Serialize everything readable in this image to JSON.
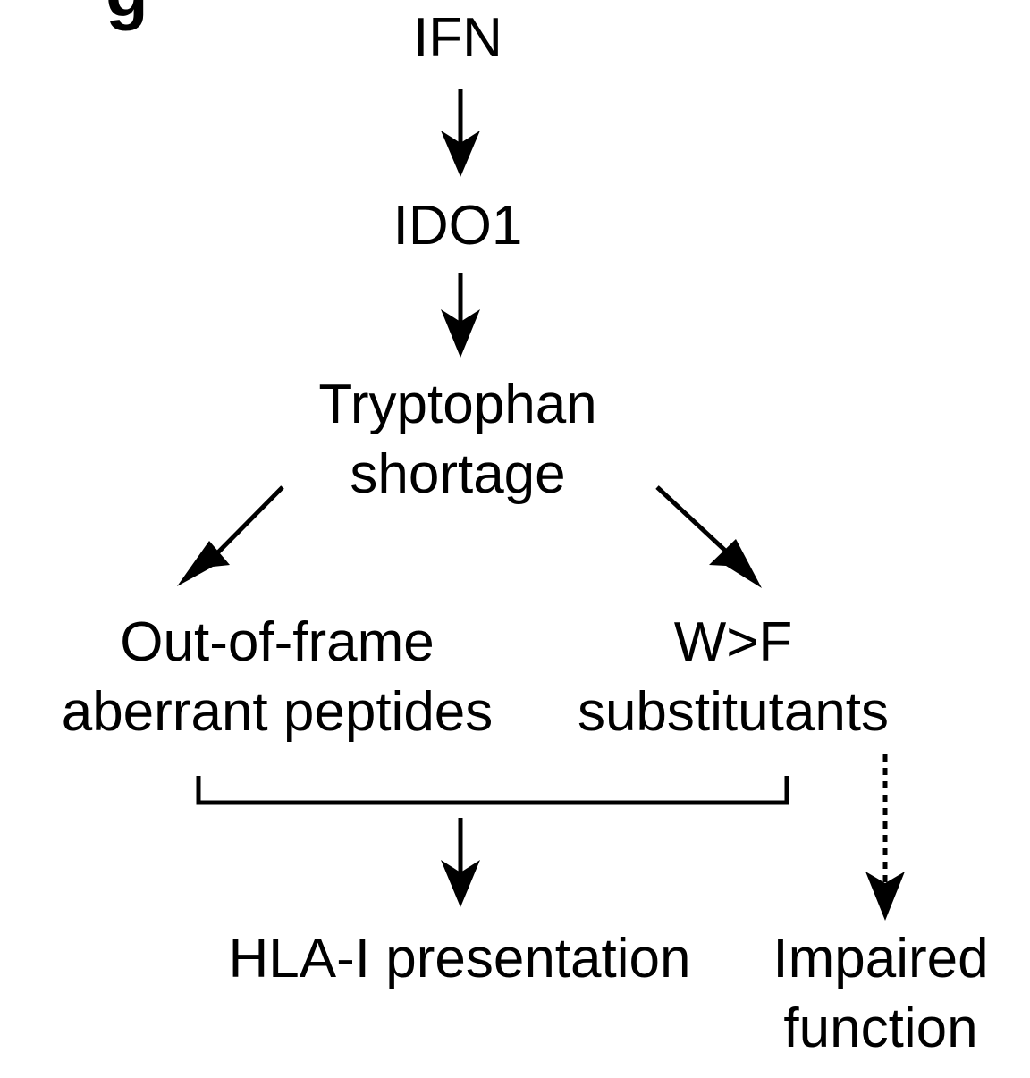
{
  "panel_label": "g",
  "nodes": {
    "ifn": {
      "label": "IFN"
    },
    "ido1": {
      "label": "IDO1"
    },
    "tryptophan": {
      "lines": [
        "Tryptophan",
        "shortage"
      ]
    },
    "out_of_frame": {
      "lines": [
        "Out-of-frame",
        "aberrant peptides"
      ]
    },
    "wf": {
      "lines": [
        "W>F",
        "substitutants"
      ]
    },
    "hla": {
      "label": "HLA-I presentation"
    },
    "impaired": {
      "lines": [
        "Impaired",
        "function"
      ]
    }
  },
  "edges": [
    {
      "from": "IFN",
      "to": "IDO1",
      "style": "solid"
    },
    {
      "from": "IDO1",
      "to": "Tryptophan shortage",
      "style": "solid"
    },
    {
      "from": "Tryptophan shortage",
      "to": "Out-of-frame aberrant peptides",
      "style": "solid"
    },
    {
      "from": "Tryptophan shortage",
      "to": "W>F substitutants",
      "style": "solid"
    },
    {
      "from": [
        "Out-of-frame aberrant peptides",
        "W>F substitutants"
      ],
      "to": "HLA-I presentation",
      "style": "solid-bracket"
    },
    {
      "from": "W>F substitutants",
      "to": "Impaired function",
      "style": "dotted"
    }
  ]
}
